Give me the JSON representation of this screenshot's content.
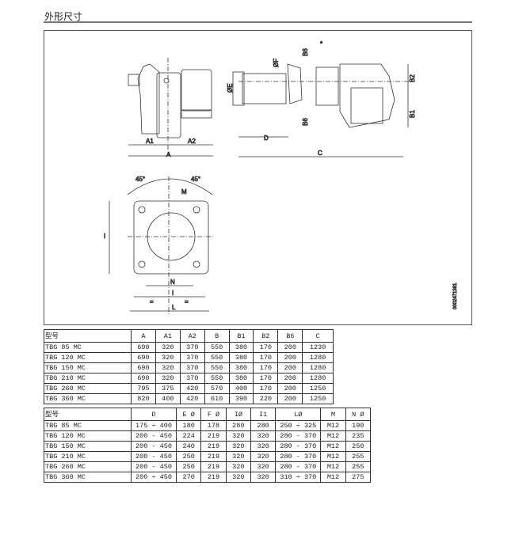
{
  "section_title": "外形尺寸",
  "drawing": {
    "labels": {
      "A": "A",
      "A1": "A1",
      "A2": "A2",
      "C": "C",
      "D": "D",
      "E": "ØE",
      "F": "ØF",
      "B1": "B1",
      "B2": "B2",
      "B6": "B6",
      "star": "*",
      "angle1": "45°",
      "angle2": "45°",
      "M": "M",
      "N": "N",
      "I": "I",
      "L": "L",
      "eq": "=",
      "code": "0002471381"
    }
  },
  "table1": {
    "headers": [
      "型号",
      "A",
      "A1",
      "A2",
      "B",
      "B1",
      "B2",
      "B6",
      "C"
    ],
    "rows": [
      [
        "TBG 85 MC",
        "690",
        "320",
        "370",
        "550",
        "380",
        "170",
        "200",
        "1230"
      ],
      [
        "TBG 120 MC",
        "690",
        "320",
        "370",
        "550",
        "380",
        "170",
        "200",
        "1280"
      ],
      [
        "TBG 150 MC",
        "690",
        "320",
        "370",
        "550",
        "380",
        "170",
        "200",
        "1280"
      ],
      [
        "TBG 210 MC",
        "690",
        "320",
        "370",
        "550",
        "380",
        "170",
        "200",
        "1280"
      ],
      [
        "TBG 260 MC",
        "795",
        "375",
        "420",
        "570",
        "400",
        "170",
        "200",
        "1250"
      ],
      [
        "TBG 360 MC",
        "820",
        "400",
        "420",
        "610",
        "390",
        "220",
        "200",
        "1250"
      ]
    ]
  },
  "table2": {
    "headers": [
      "型号",
      "D",
      "E Ø",
      "F Ø",
      "IØ",
      "I1",
      "LØ",
      "M",
      "N Ø"
    ],
    "rows": [
      [
        "TBG 85 MC",
        "175 ÷ 400",
        "180",
        "178",
        "280",
        "280",
        "250 ÷ 325",
        "M12",
        "190"
      ],
      [
        "TBG 120 MC",
        "200 - 450",
        "224",
        "219",
        "320",
        "320",
        "280 - 370",
        "M12",
        "235"
      ],
      [
        "TBG 150 MC",
        "200 - 450",
        "240",
        "219",
        "320",
        "320",
        "280 - 370",
        "M12",
        "250"
      ],
      [
        "TBG 210 MC",
        "200 - 450",
        "250",
        "219",
        "320",
        "320",
        "280 - 370",
        "M12",
        "255"
      ],
      [
        "TBG 260 MC",
        "200 - 450",
        "250",
        "219",
        "320",
        "320",
        "280 - 370",
        "M12",
        "255"
      ],
      [
        "TBG 360 MC",
        "200 ÷ 450",
        "270",
        "219",
        "320",
        "320",
        "310 ÷ 370",
        "M12",
        "275"
      ]
    ]
  }
}
